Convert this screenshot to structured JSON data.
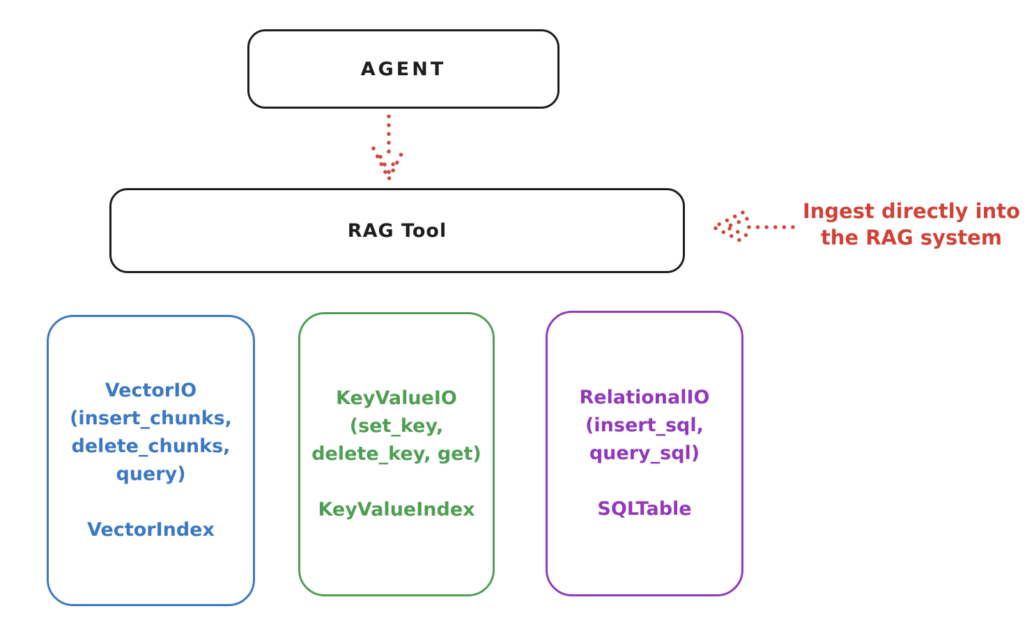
{
  "diagram": {
    "agent": {
      "label": "AGENT"
    },
    "rag_tool": {
      "label": "RAG Tool"
    },
    "annotation": {
      "line1": "Ingest directly into",
      "line2": "the RAG system"
    },
    "io_boxes": [
      {
        "name": "vector-io",
        "lines": [
          "VectorIO",
          "(insert_chunks,",
          "delete_chunks,",
          "query)"
        ],
        "index_label": "VectorIndex",
        "color": "#3b78c2"
      },
      {
        "name": "keyvalue-io",
        "lines": [
          "KeyValueIO",
          "(set_key,",
          "delete_key, get)"
        ],
        "index_label": "KeyValueIndex",
        "color": "#4f9e53"
      },
      {
        "name": "relational-io",
        "lines": [
          "RelationalIO",
          "(insert_sql,",
          "query_sql)"
        ],
        "index_label": "SQLTable",
        "color": "#9138bb"
      }
    ],
    "colors": {
      "stroke": "#1d1d1d",
      "red": "#d0473c",
      "annotation_red": "#cf4237",
      "blue": "#3b78c2",
      "green": "#4f9e53",
      "purple": "#9138bb",
      "background": "#ffffff"
    }
  }
}
